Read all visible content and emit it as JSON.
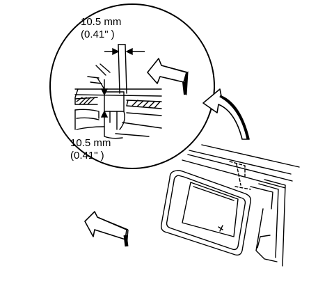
{
  "annotations": {
    "top_dimension": {
      "metric": "10.5 mm",
      "imperial": "(0.41\" )"
    },
    "bottom_dimension": {
      "metric": "10.5 mm",
      "imperial": "(0.41\" )"
    }
  },
  "colors": {
    "ink": "#000000",
    "background": "#ffffff"
  },
  "icons": [
    "detail-arrow-icon",
    "install-direction-arrow-icon",
    "curved-callout-arrow-icon"
  ]
}
